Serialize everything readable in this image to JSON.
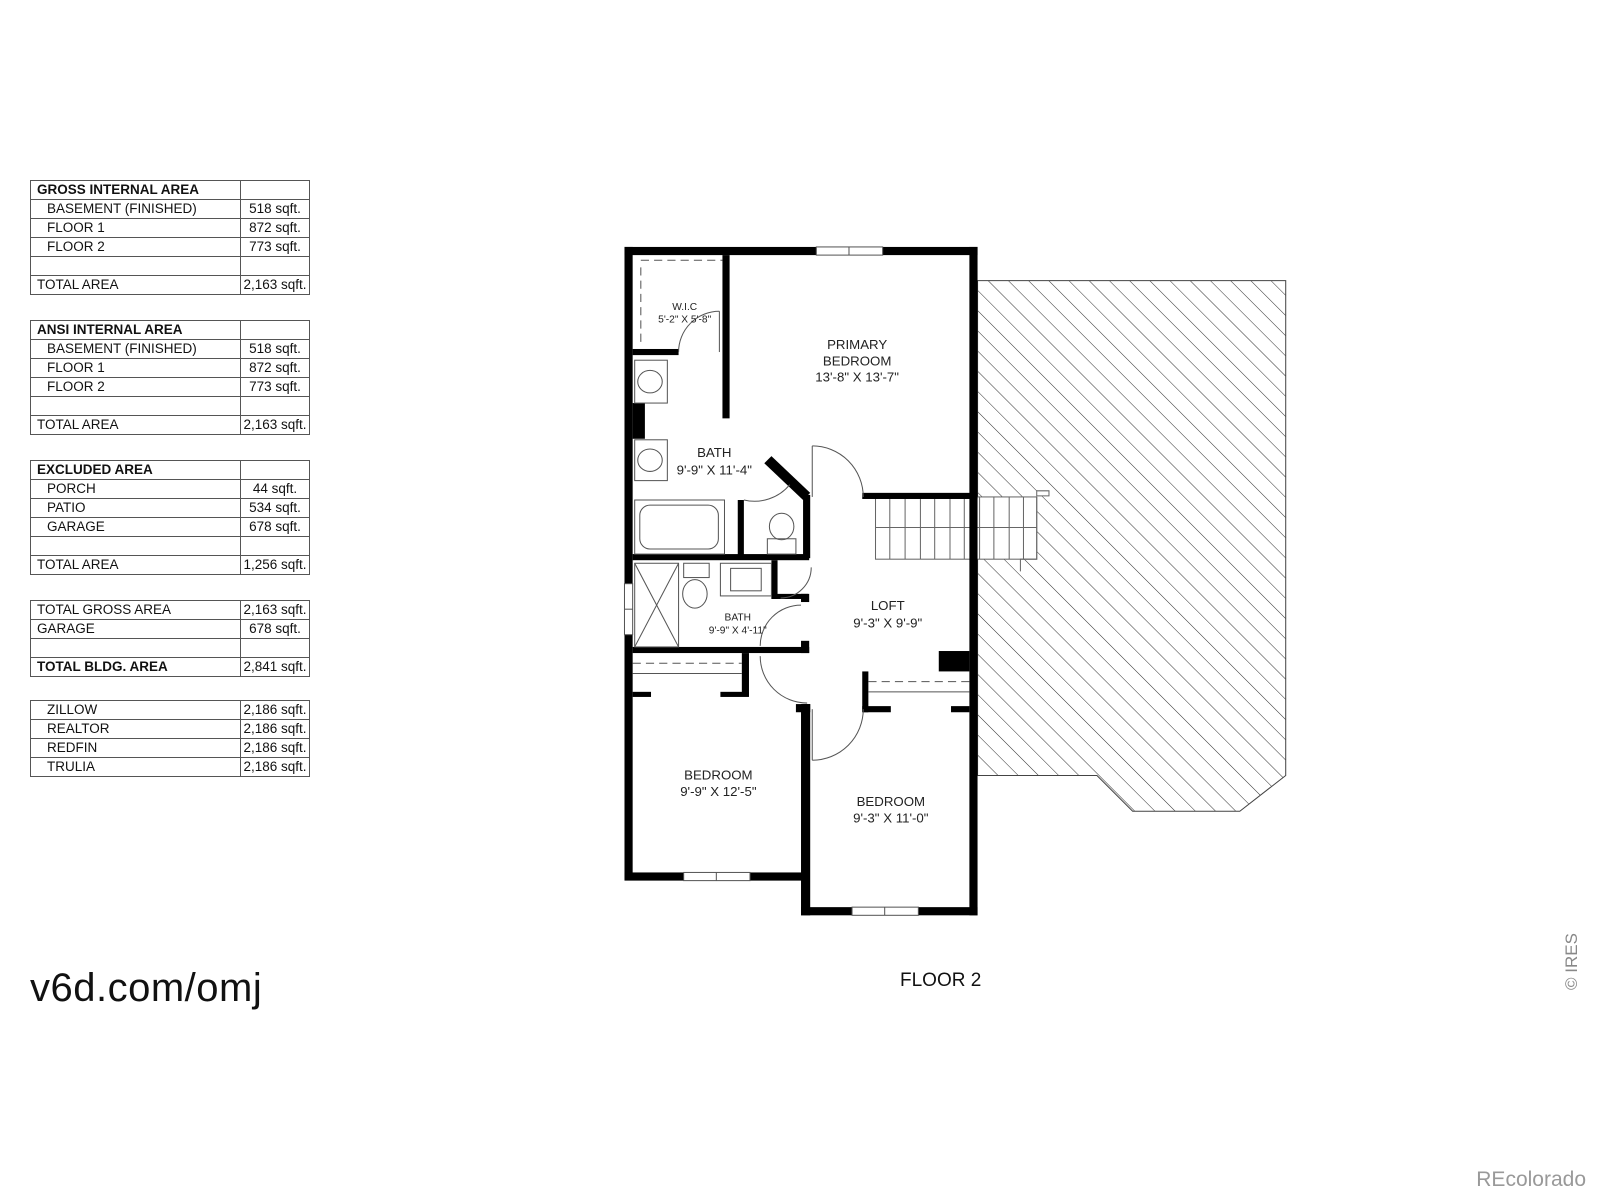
{
  "tables": {
    "gross": {
      "header": "GROSS INTERNAL AREA",
      "rows": [
        {
          "label": "BASEMENT (FINISHED)",
          "value": "518 sqft."
        },
        {
          "label": "FLOOR 1",
          "value": "872 sqft."
        },
        {
          "label": "FLOOR 2",
          "value": "773 sqft."
        }
      ],
      "total_label": "TOTAL AREA",
      "total_value": "2,163 sqft."
    },
    "ansi": {
      "header": "ANSI INTERNAL AREA",
      "rows": [
        {
          "label": "BASEMENT (FINISHED)",
          "value": "518 sqft."
        },
        {
          "label": "FLOOR 1",
          "value": "872 sqft."
        },
        {
          "label": "FLOOR 2",
          "value": "773 sqft."
        }
      ],
      "total_label": "TOTAL AREA",
      "total_value": "2,163 sqft."
    },
    "excluded": {
      "header": "EXCLUDED AREA",
      "rows": [
        {
          "label": "PORCH",
          "value": "44 sqft."
        },
        {
          "label": "PATIO",
          "value": "534 sqft."
        },
        {
          "label": "GARAGE",
          "value": "678 sqft."
        }
      ],
      "total_label": "TOTAL AREA",
      "total_value": "1,256 sqft."
    },
    "building": {
      "rows": [
        {
          "label": "TOTAL GROSS AREA",
          "value": "2,163 sqft."
        },
        {
          "label": "GARAGE",
          "value": "678 sqft."
        }
      ],
      "total_label": "TOTAL BLDG. AREA",
      "total_value": "2,841 sqft."
    },
    "portals": {
      "rows": [
        {
          "label": "ZILLOW",
          "value": "2,186 sqft."
        },
        {
          "label": "REALTOR",
          "value": "2,186 sqft."
        },
        {
          "label": "REDFIN",
          "value": "2,186 sqft."
        },
        {
          "label": "TRULIA",
          "value": "2,186 sqft."
        }
      ]
    }
  },
  "rooms": {
    "wic": {
      "name": "W.I.C",
      "dims": "5'-2\" X 5'-8\""
    },
    "primary": {
      "name1": "PRIMARY",
      "name2": "BEDROOM",
      "dims": "13'-8\" X 13'-7\""
    },
    "bath1": {
      "name": "BATH",
      "dims": "9'-9\" X 11'-4\""
    },
    "bath2": {
      "name": "BATH",
      "dims": "9'-9\" X 4'-11\""
    },
    "loft": {
      "name": "LOFT",
      "dims": "9'-3\" X 9'-9\""
    },
    "bedroom2": {
      "name": "BEDROOM",
      "dims": "9'-9\" X 12'-5\""
    },
    "bedroom3": {
      "name": "BEDROOM",
      "dims": "9'-3\" X 11'-0\""
    }
  },
  "floor_label": "FLOOR 2",
  "site_link": "v6d.com/omj",
  "copyright": "© IRES",
  "watermark": "REcolorado"
}
